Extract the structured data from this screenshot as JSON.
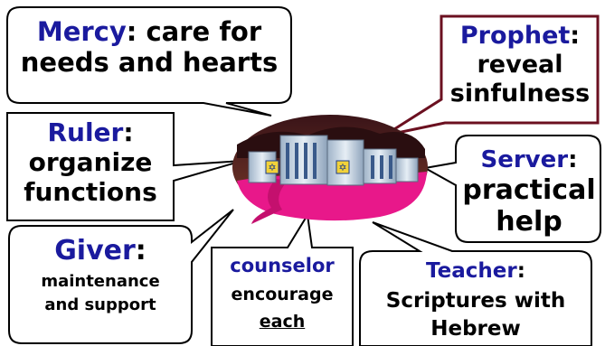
{
  "bubbles": {
    "mercy": {
      "role": "Mercy",
      "sep": ":",
      "line1_rest": " care for",
      "line2": "needs and hearts"
    },
    "prophet": {
      "role": "Prophet",
      "sep": ":",
      "line2": "reveal",
      "line3": "sinfulness"
    },
    "ruler": {
      "role": "Ruler",
      "sep": ":",
      "line2": "organize",
      "line3": "functions"
    },
    "server": {
      "role": "Server",
      "sep": ":",
      "line2": "practical",
      "line3": "help"
    },
    "giver": {
      "role": "Giver",
      "sep": ":",
      "line2": "maintenance",
      "line3": "and support"
    },
    "counselor": {
      "role": "counselor",
      "line2": "encourage",
      "line3": "each"
    },
    "teacher": {
      "role": "Teacher",
      "sep": ":",
      "line2": "Scriptures with",
      "line3": "Hebrew"
    }
  },
  "colors": {
    "role_text": "#1a1a9e",
    "body_text": "#000000",
    "prophet_border": "#6b1020",
    "bubble_border": "#000000",
    "road": "#e8188a",
    "sky": "#5a2020"
  },
  "center_image": {
    "icon": "church-buildings-clipart"
  }
}
